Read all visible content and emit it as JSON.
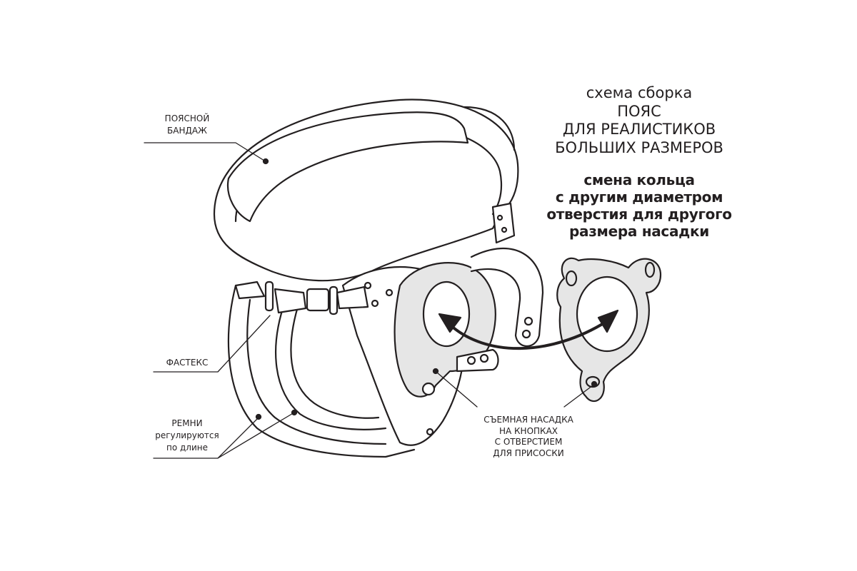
{
  "title": {
    "lines": [
      "схема сборка",
      "ПОЯС",
      "ДЛЯ РЕАЛИСТИКОВ",
      "БОЛЬШИХ РАЗМЕРОВ"
    ]
  },
  "ring_note": {
    "lines": [
      "смена кольца",
      "с другим диаметром",
      "отверстия для другого",
      "размера насадки"
    ]
  },
  "labels": {
    "waist": [
      "ПОЯСНОЙ",
      "БАНДАЖ"
    ],
    "fastex": "ФАСТЕКС",
    "straps": [
      "РЕМНИ",
      "регулируются",
      "по длине"
    ],
    "insert": [
      "СЪЕМНАЯ НАСАДКА",
      "НА КНОПКАХ",
      "С ОТВЕРСТИЕМ",
      "ДЛЯ ПРИСОСКИ"
    ]
  },
  "colors": {
    "line": "#231f20",
    "fill": "#e6e6e6"
  }
}
